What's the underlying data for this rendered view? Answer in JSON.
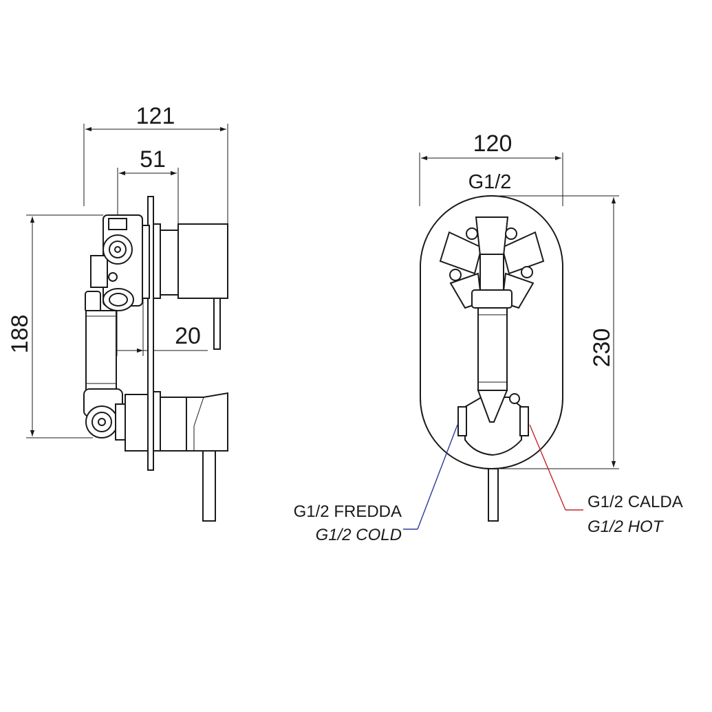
{
  "dimensions": {
    "side_overall_width": "121",
    "side_body_width": "51",
    "side_height": "188",
    "side_plate_offset": "20",
    "front_width": "120",
    "front_height": "230",
    "front_thread": "G1/2"
  },
  "connections": {
    "cold_it": "G1/2 FREDDA",
    "cold_en": "G1/2 COLD",
    "hot_it": "G1/2 CALDA",
    "hot_en": "G1/2 HOT"
  },
  "colors": {
    "cold_leader": "#2b3a9b",
    "hot_leader": "#c0272d",
    "line": "#1a1a1a"
  }
}
